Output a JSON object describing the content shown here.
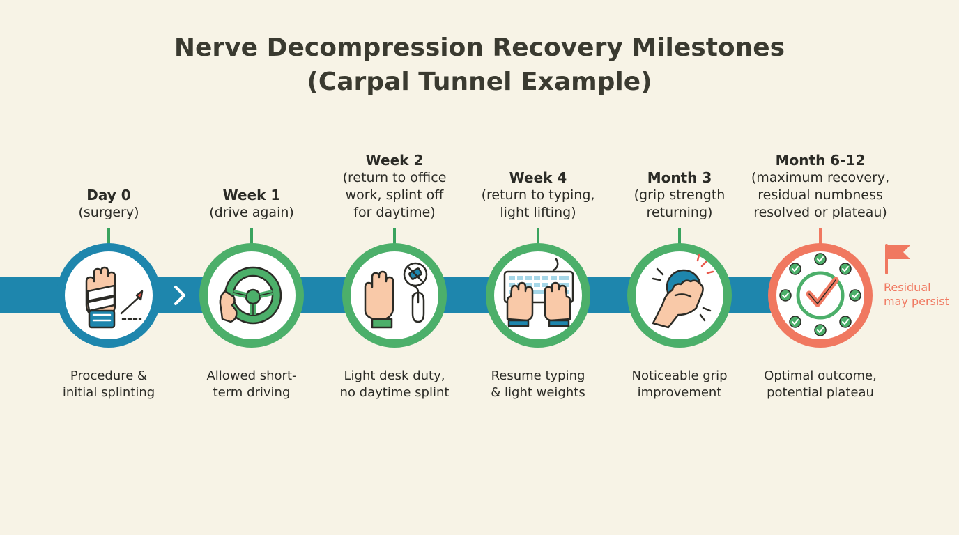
{
  "title": {
    "line1": "Nerve Decompression Recovery Milestones",
    "line2": "(Carpal Tunnel Example)"
  },
  "milestones": [
    {
      "label": "Day 0",
      "sub": [
        "(surgery)"
      ],
      "desc": [
        "Procedure &",
        "initial splinting"
      ],
      "icon": "bandaged-hand-scalpel-icon",
      "ring_color": "#1e86ad"
    },
    {
      "label": "Week 1",
      "sub": [
        "(drive again)"
      ],
      "desc": [
        "Allowed short-",
        "term driving"
      ],
      "icon": "steering-wheel-icon",
      "ring_color": "#4caf6a"
    },
    {
      "label": "Week 2",
      "sub": [
        "(return to office",
        "work, splint off",
        "for daytime)"
      ],
      "desc": [
        "Light desk duty,",
        "no daytime splint"
      ],
      "icon": "hand-mouse-no-splint-icon",
      "ring_color": "#4caf6a"
    },
    {
      "label": "Week 4",
      "sub": [
        "(return to typing,",
        "light lifting)"
      ],
      "desc": [
        "Resume typing",
        "& light weights"
      ],
      "icon": "hands-keyboard-icon",
      "ring_color": "#4caf6a"
    },
    {
      "label": "Month 3",
      "sub": [
        "(grip strength",
        "returning)"
      ],
      "desc": [
        "Noticeable grip",
        "improvement"
      ],
      "icon": "hand-squeeze-ball-icon",
      "ring_color": "#4caf6a"
    },
    {
      "label": "Month 6-12",
      "sub": [
        "(maximum recovery,",
        "residual numbness",
        "resolved or plateau)"
      ],
      "desc": [
        "Optimal outcome,",
        "potential plateau"
      ],
      "icon": "checkmark-circle-icon",
      "ring_color": "#f07860"
    }
  ],
  "residual_note": [
    "Residual",
    "may persist"
  ],
  "colors": {
    "band": "#1e86ad",
    "green": "#4caf6a",
    "coral": "#f07860",
    "background": "#f7f3e6"
  }
}
